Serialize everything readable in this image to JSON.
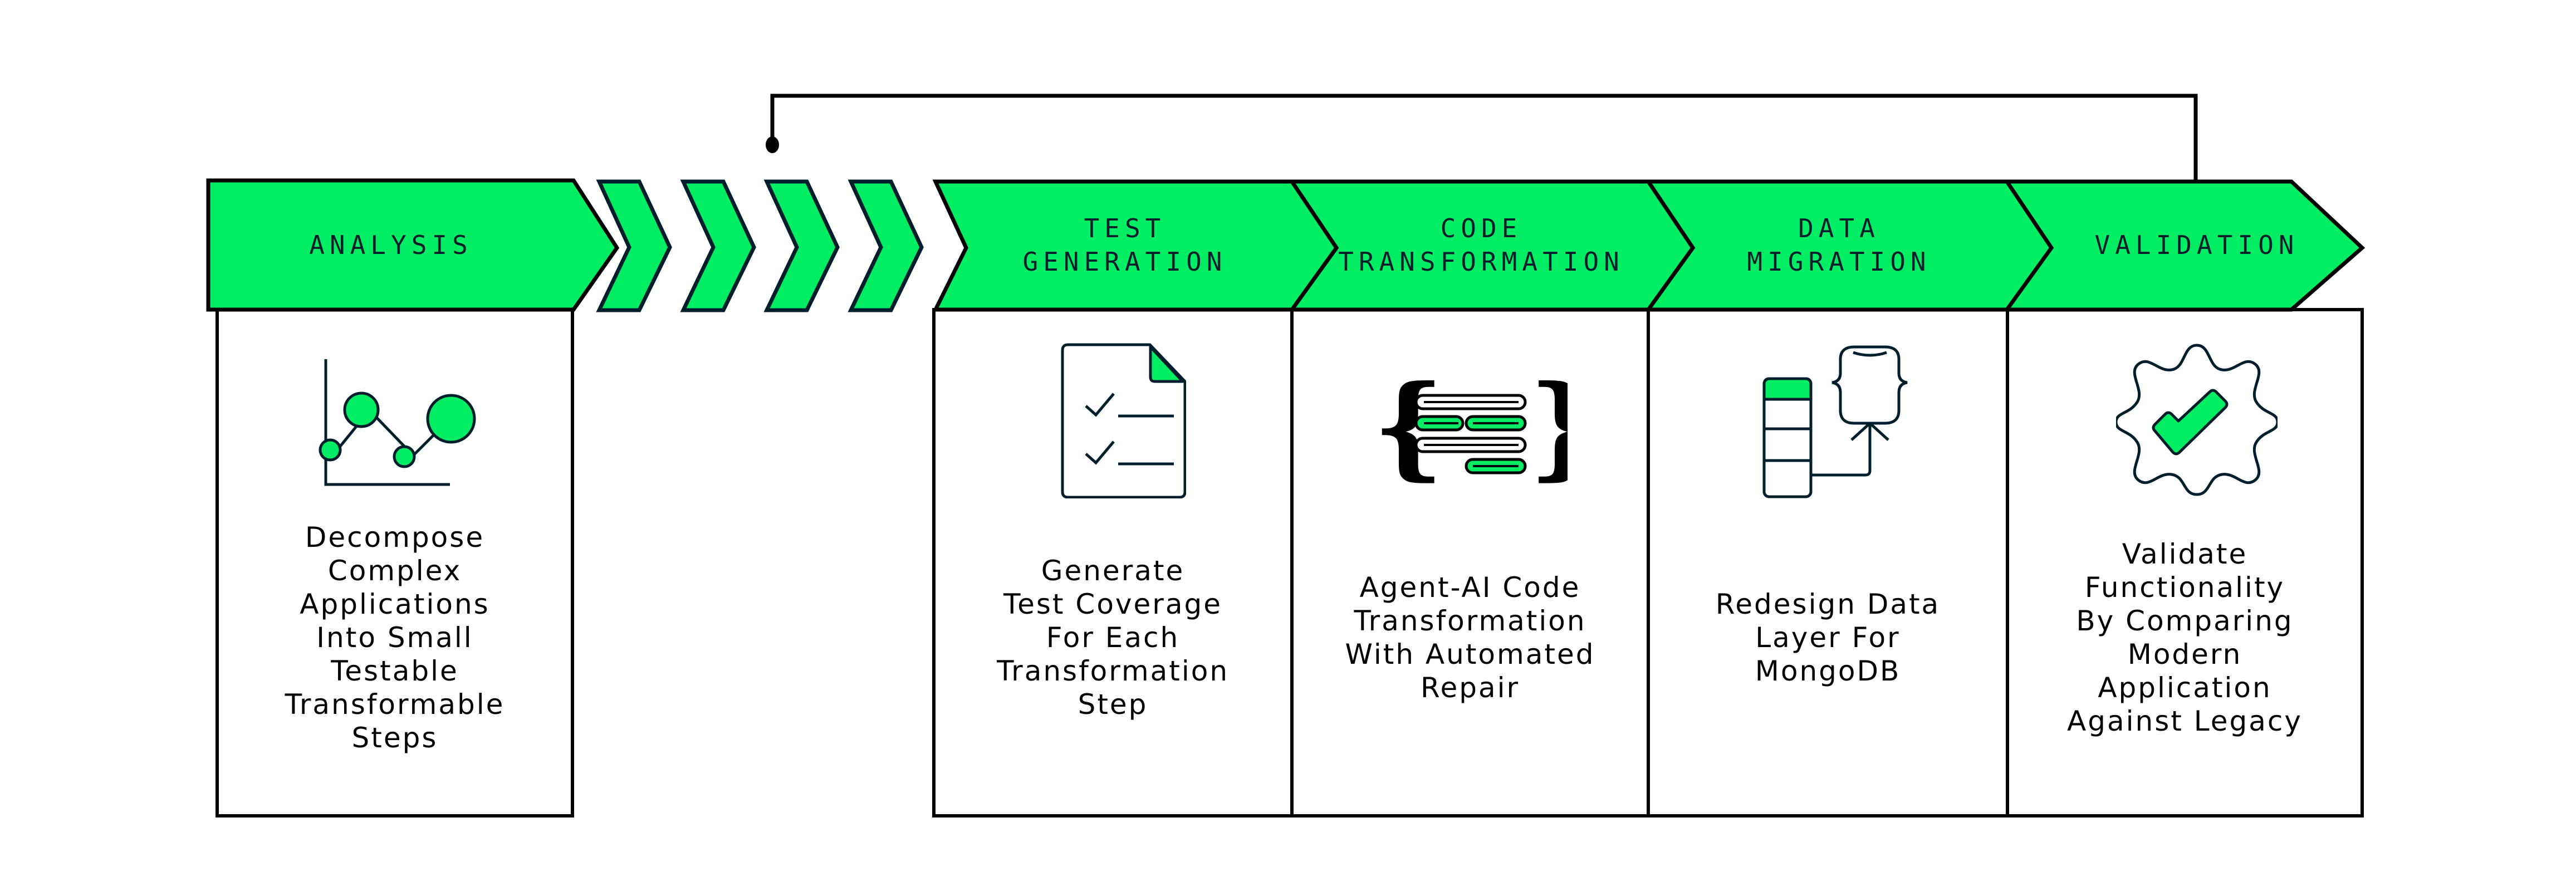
{
  "colors": {
    "accent_green": "#00ED64",
    "stroke_dark": "#001E2B",
    "background": "#FFFFFF"
  },
  "stages": [
    {
      "id": "analysis",
      "title": "ANALYSIS",
      "icon": "bubble-chart-icon",
      "description": "Decompose\nComplex\nApplications\nInto Small\nTestable\nTransformable\nSteps"
    },
    {
      "id": "test-generation",
      "title": "TEST\nGENERATION",
      "icon": "checklist-document-icon",
      "description": "Generate\nTest Coverage\nFor Each\nTransformation\nStep"
    },
    {
      "id": "code-transformation",
      "title": "CODE\nTRANSFORMATION",
      "icon": "code-braces-icon",
      "description": "Agent-AI Code\nTransformation\nWith Automated\nRepair"
    },
    {
      "id": "data-migration",
      "title": "DATA\nMIGRATION",
      "icon": "database-to-document-icon",
      "description": "Redesign Data\nLayer For\nMongoDB"
    },
    {
      "id": "validation",
      "title": "VALIDATION",
      "icon": "verified-badge-icon",
      "description": "Validate\nFunctionality\nBy Comparing\nModern\nApplication\nAgainst Legacy"
    }
  ],
  "connector": {
    "type": "feedback-loop",
    "from": "validation",
    "to": "iteration-chevrons"
  },
  "iteration_chevrons": {
    "count": 4
  }
}
